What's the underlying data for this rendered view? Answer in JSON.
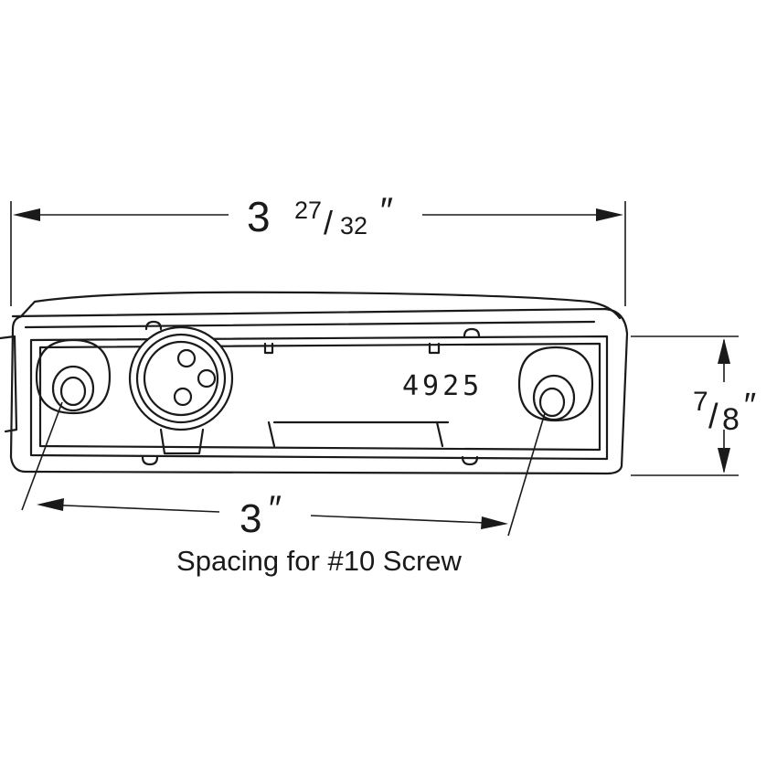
{
  "dimensions": {
    "overall_length": {
      "whole": "3",
      "numerator": "27",
      "denominator": "32",
      "unit_mark": "″"
    },
    "height": {
      "numerator": "7",
      "denominator": "8",
      "unit_mark": "″"
    },
    "mount_spacing": {
      "value": "3",
      "unit_mark": "″"
    }
  },
  "labels": {
    "part_number": "4925",
    "spacing_note": "Spacing for #10 Screw"
  },
  "colors": {
    "line": "#1a1a1a",
    "background": "#ffffff"
  }
}
